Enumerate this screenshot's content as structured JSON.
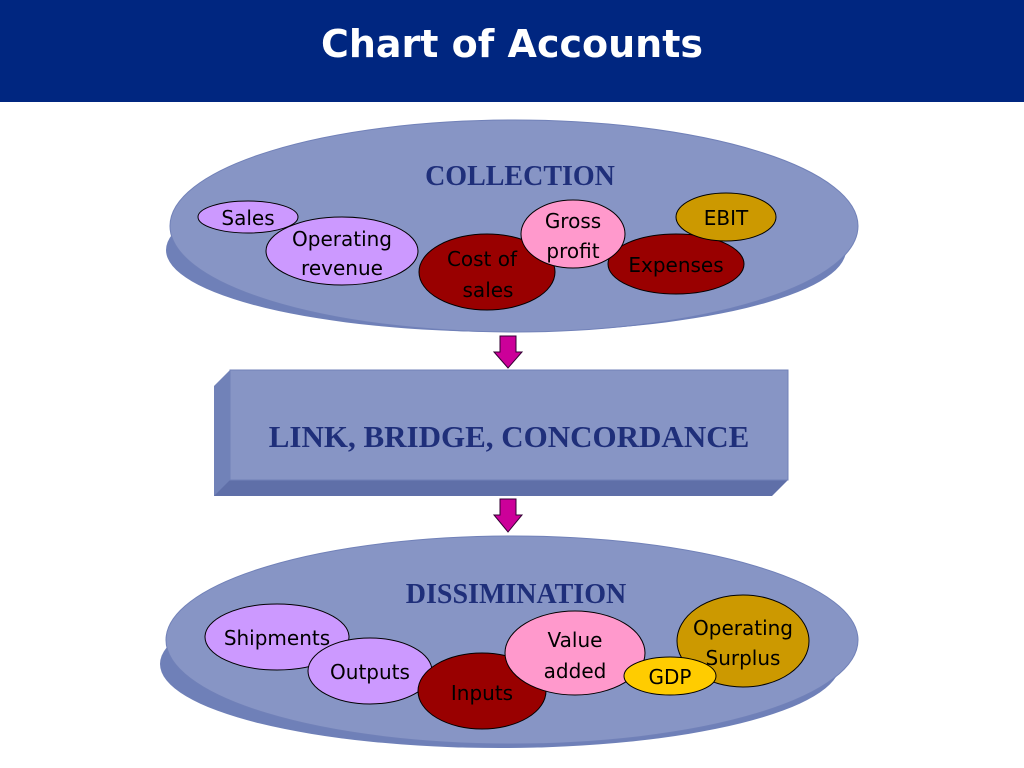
{
  "title": "Chart of Accounts",
  "collection": {
    "label": "COLLECTION",
    "items": {
      "sales": "Sales",
      "operating_revenue": [
        "Operating",
        "revenue"
      ],
      "cost_of_sales": [
        "Cost of",
        "sales"
      ],
      "gross_profit": [
        "Gross",
        "profit"
      ],
      "ebit": "EBIT",
      "expenses": "Expenses"
    }
  },
  "link": {
    "label": "LINK, BRIDGE, CONCORDANCE"
  },
  "dissemination": {
    "label": "DISSIMINATION",
    "items": {
      "shipments": "Shipments",
      "outputs": "Outputs",
      "inputs": "Inputs",
      "value_added": [
        "Value",
        "added"
      ],
      "gdp": "GDP",
      "operating_surplus": [
        "Operating",
        "Surplus"
      ]
    }
  },
  "colors": {
    "title_bar": "#002680",
    "platform": "#8795c5",
    "platform_edge": "#6f80b8",
    "text_blue": "#1f2f7a",
    "lilac": "#cc99ff",
    "maroon": "#990000",
    "pink": "#ff99cc",
    "gold": "#cc9900",
    "yellow": "#ffcc00",
    "arrow": "#cc0099"
  }
}
